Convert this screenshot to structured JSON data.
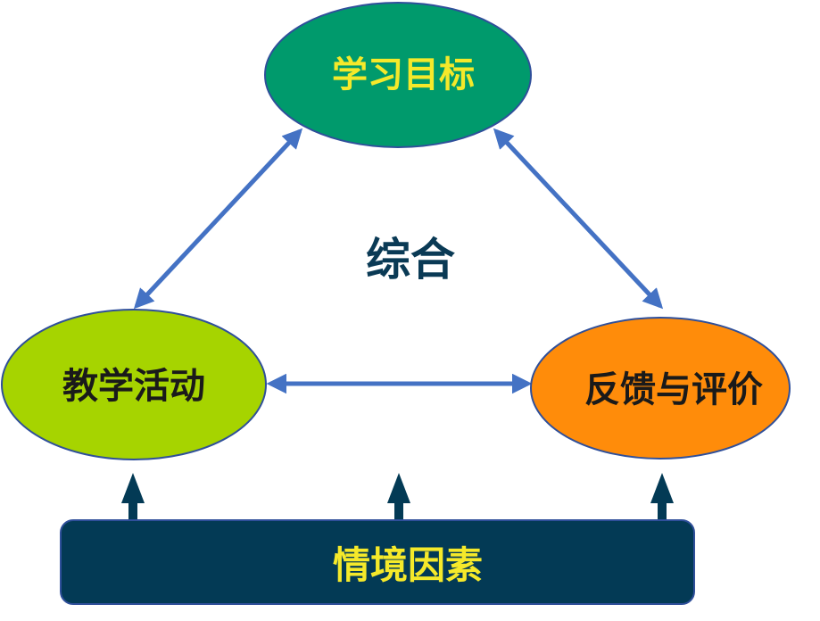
{
  "nodes": {
    "goal": {
      "label": "学习目标",
      "fill": "#009a6c",
      "text_color": "#f5e92a"
    },
    "activity": {
      "label": "教学活动",
      "fill": "#a6d400",
      "text_color": "#1a1a1a"
    },
    "feedback": {
      "label": "反馈与评价",
      "fill": "#ff8c0a",
      "text_color": "#1a1a1a"
    },
    "context": {
      "label": "情境因素",
      "fill": "#033a55",
      "text_color": "#f5e92a"
    }
  },
  "center_label": "综合",
  "colors": {
    "arrow": "#4472c4",
    "up_arrow": "#033a55",
    "outline": "#2f4f9a"
  }
}
